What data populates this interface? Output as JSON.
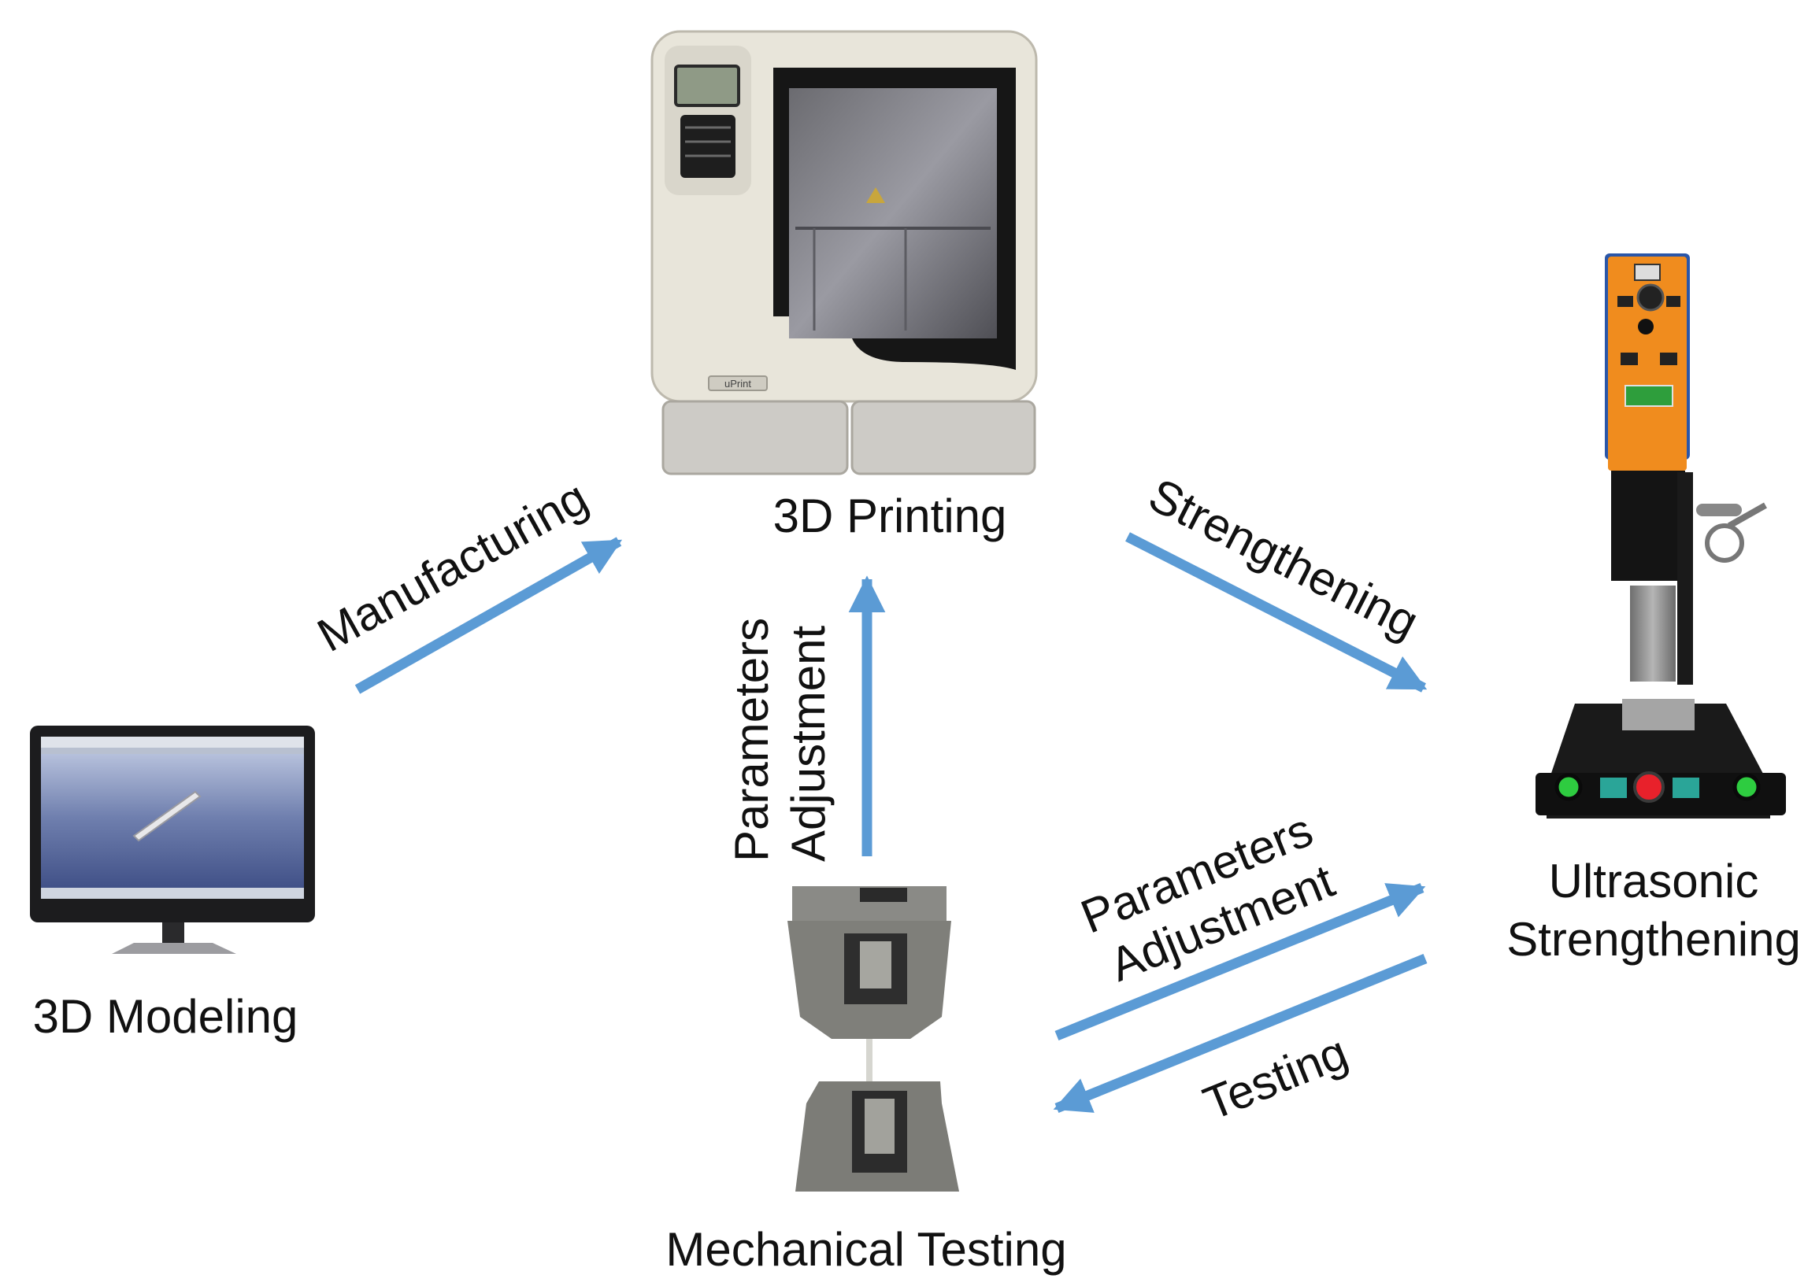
{
  "nodes": {
    "modeling": "3D Modeling",
    "printing": "3D Printing",
    "testing": "Mechanical Testing",
    "ultrasonic_line1": "Ultrasonic",
    "ultrasonic_line2": "Strengthening"
  },
  "edges": {
    "manufacturing": "Manufacturing",
    "strengthening": "Strengthening",
    "params_vertical_line1": "Parameters",
    "params_vertical_line2": "Adjustment",
    "params_diag_line1": "Parameters",
    "params_diag_line2": "Adjustment",
    "testing": "Testing"
  },
  "colors": {
    "arrow": "#5b9bd5",
    "printer_body": "#e6e3d9",
    "welder_orange": "#f08c1e"
  },
  "printer_badge": "uPrint"
}
